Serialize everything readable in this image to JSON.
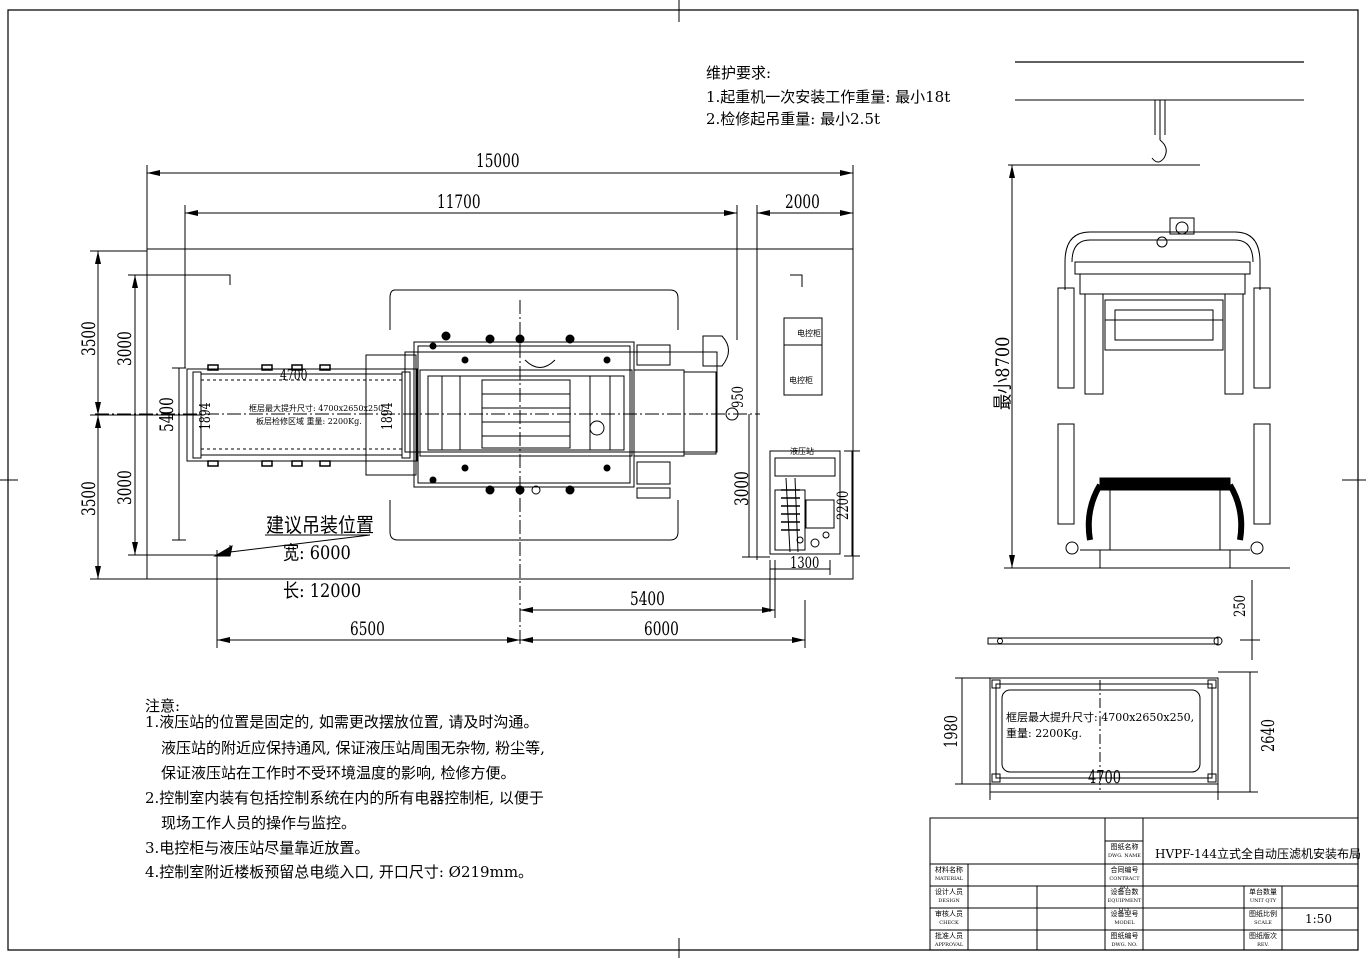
{
  "maintenance": {
    "heading": "维护要求:",
    "items": [
      "1.起重机一次安装工作重量: 最小18t",
      "2.检修起吊重量: 最小2.5t"
    ]
  },
  "dimensions": {
    "d15000": "15000",
    "d11700": "11700",
    "d2000": "2000",
    "d3500a": "3500",
    "d3000a": "3000",
    "d5400v": "5400",
    "d3000b": "3000",
    "d3500b": "3500",
    "d4700": "4700",
    "d1894a": "1894",
    "d1894b": "1894",
    "d950": "950",
    "d3000c": "3000",
    "d2200": "2200",
    "d1300": "1300",
    "d5400h": "5400",
    "d6500": "6500",
    "d6000": "6000",
    "dmin8700": "最小8700",
    "d250": "250",
    "d1980": "1980",
    "d2640": "2640",
    "d4700b": "4700"
  },
  "plan_labels": {
    "frame_lift": "框层最大提升尺寸: 4700x2650x250,",
    "frame_area": "板层检修区域    重量: 2200Kg.",
    "control_cabinet": "电控柜",
    "control_room": "电控柜",
    "hydraulic_station": "液压站"
  },
  "lifting": {
    "title": "建议吊装位置",
    "width": "宽: 6000",
    "length": "长: 12000"
  },
  "frame_detail": {
    "line1": "框层最大提升尺寸: 4700x2650x250,",
    "line2": "重量: 2200Kg."
  },
  "notes": {
    "heading": "注意:",
    "lines": [
      "1.液压站的位置是固定的, 如需更改摆放位置, 请及时沟通。",
      "  液压站的附近应保持通风, 保证液压站周围无杂物, 粉尘等,",
      "  保证液压站在工作时不受环境温度的影响, 检修方便。",
      "2.控制室内装有包括控制系统在内的所有电器控制柜, 以便于",
      "  现场工作人员的操作与监控。",
      "3.电控柜与液压站尽量靠近放置。",
      "4.控制室附近楼板预留总电缆入口, 开口尺寸: Ø219mm。"
    ]
  },
  "title_block": {
    "drawing_name_label": "图纸名称",
    "drawing_name_en": "DWG. NAME",
    "drawing_title": "HVPF-144立式全自动压滤机安装布局",
    "contract_label": "合同编号",
    "contract_en": "CONTRACT NO.",
    "material_label": "材料名称",
    "material_en": "MATERIAL",
    "design_label": "设计人员",
    "design_en": "DESIGN",
    "equipment_label": "设备台数",
    "equipment_en": "EQUIPMENT QTY",
    "unit_label": "单台数量",
    "unit_en": "UNIT QTY",
    "check_label": "审核人员",
    "check_en": "CHECK",
    "model_label": "设备型号",
    "model_en": "MODEL",
    "scale_label": "图纸比例",
    "scale_en": "SCALE",
    "scale_value": "1:50",
    "approval_label": "批准人员",
    "approval_en": "APPROVAL",
    "dwg_no_label": "图纸编号",
    "dwg_no_en": "DWG. NO.",
    "rev_label": "图纸版次",
    "rev_en": "REV."
  }
}
